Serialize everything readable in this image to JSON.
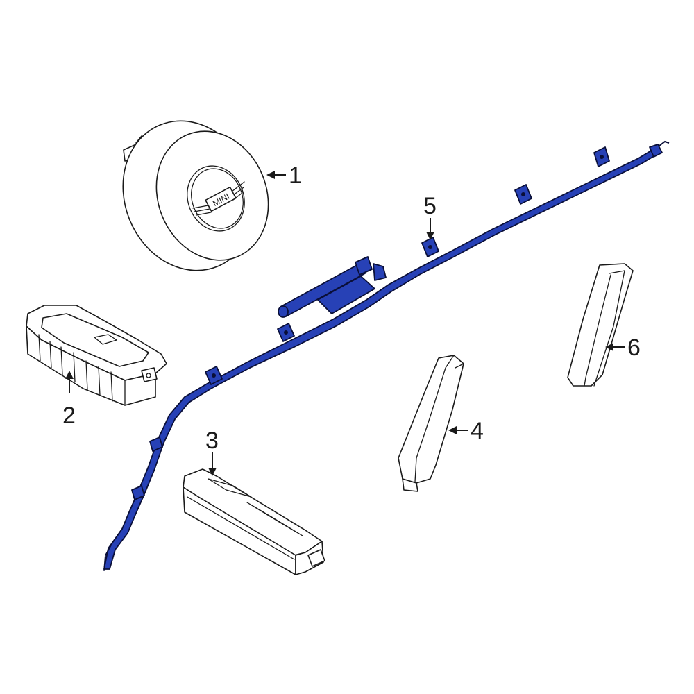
{
  "highlight_color": "#2741b6",
  "outline_color": "#1a1a1a",
  "logo_text": "MINI",
  "callouts": [
    {
      "id": "1",
      "label": "1"
    },
    {
      "id": "2",
      "label": "2"
    },
    {
      "id": "3",
      "label": "3"
    },
    {
      "id": "4",
      "label": "4"
    },
    {
      "id": "5",
      "label": "5"
    },
    {
      "id": "6",
      "label": "6"
    }
  ]
}
